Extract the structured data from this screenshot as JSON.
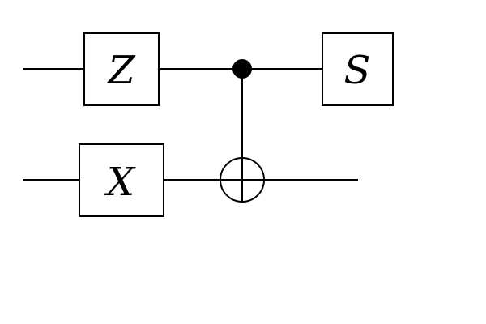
{
  "circuit": {
    "qubit_count": 2,
    "gates": [
      {
        "label": "Z",
        "qubit": 0
      },
      {
        "label": "X",
        "qubit": 1
      },
      {
        "label": "S",
        "qubit": 0
      }
    ],
    "cnot": {
      "control_qubit": 0,
      "target_qubit": 1
    }
  },
  "colors": {
    "stroke": "#000000",
    "background": "#ffffff"
  }
}
